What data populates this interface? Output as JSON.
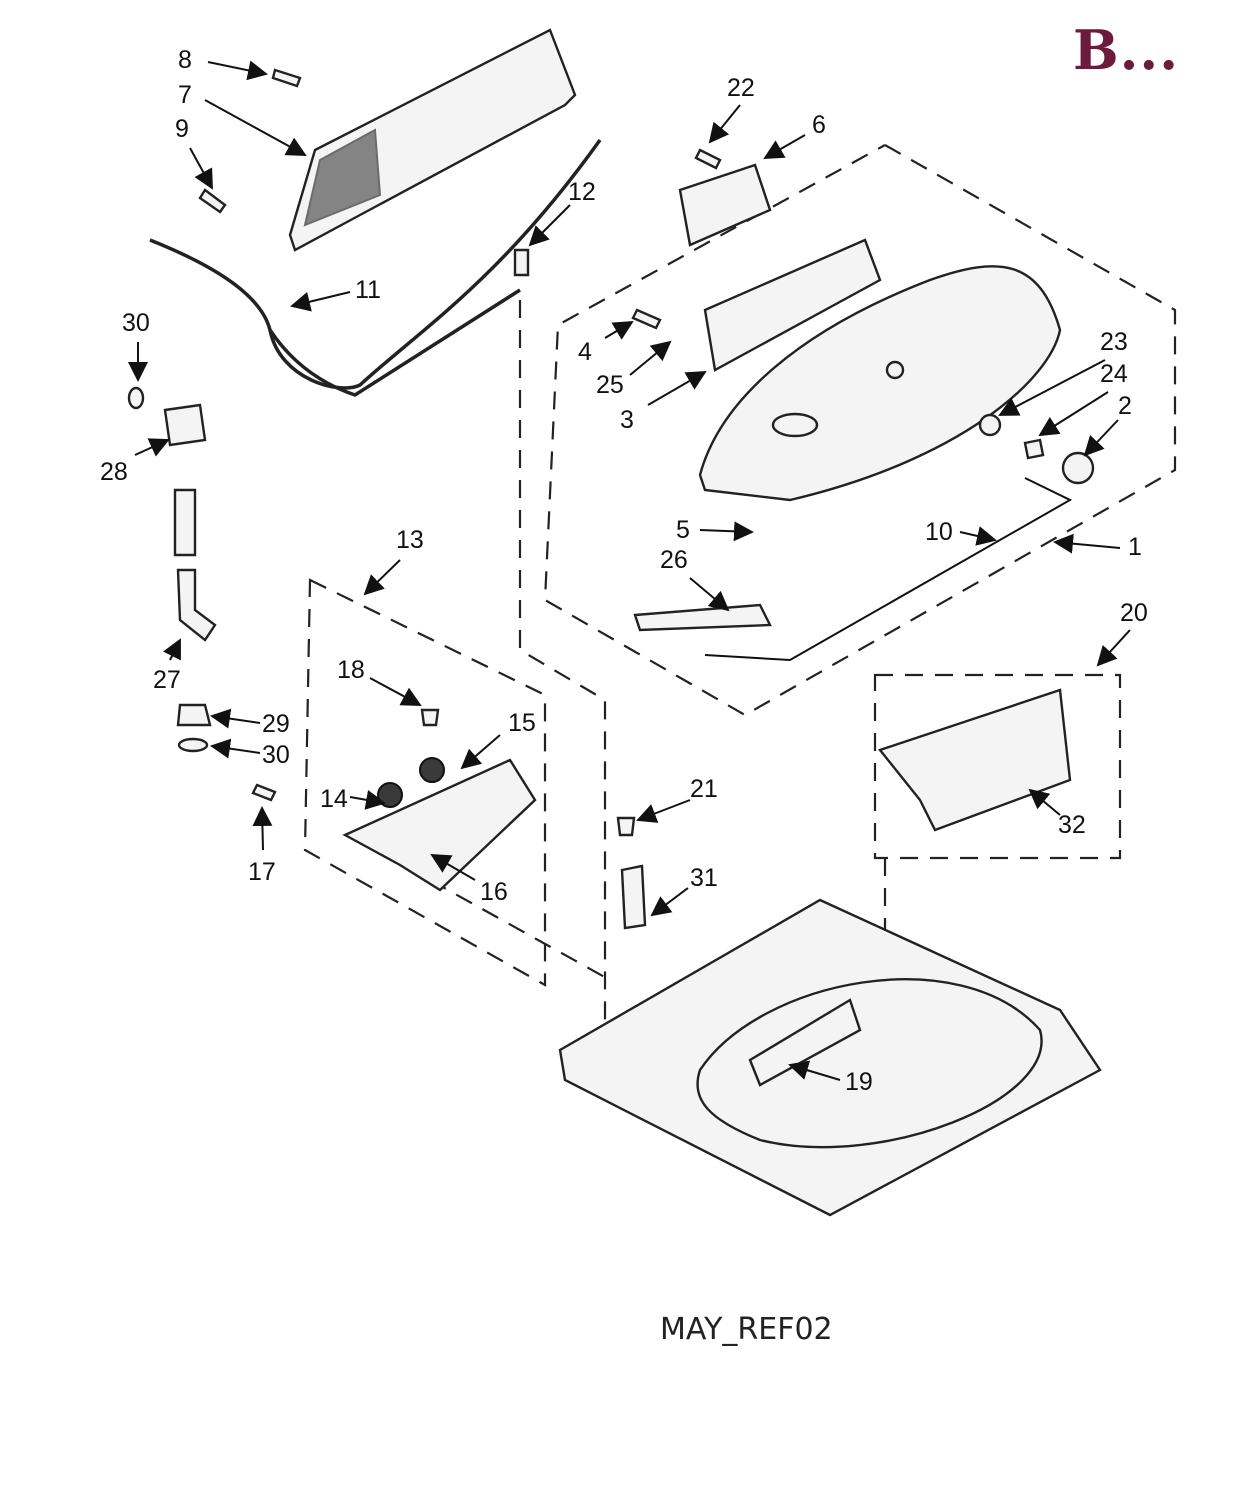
{
  "brand": "B...",
  "caption": "MAY_REF02",
  "callouts": [
    "8",
    "7",
    "9",
    "22",
    "6",
    "12",
    "11",
    "30",
    "4",
    "25",
    "3",
    "23",
    "24",
    "2",
    "28",
    "5",
    "10",
    "1",
    "26",
    "13",
    "20",
    "27",
    "18",
    "15",
    "29",
    "30",
    "21",
    "14",
    "31",
    "32",
    "17",
    "16",
    "19"
  ],
  "colors": {
    "brand": "#6b1b3c",
    "line": "#222222"
  }
}
